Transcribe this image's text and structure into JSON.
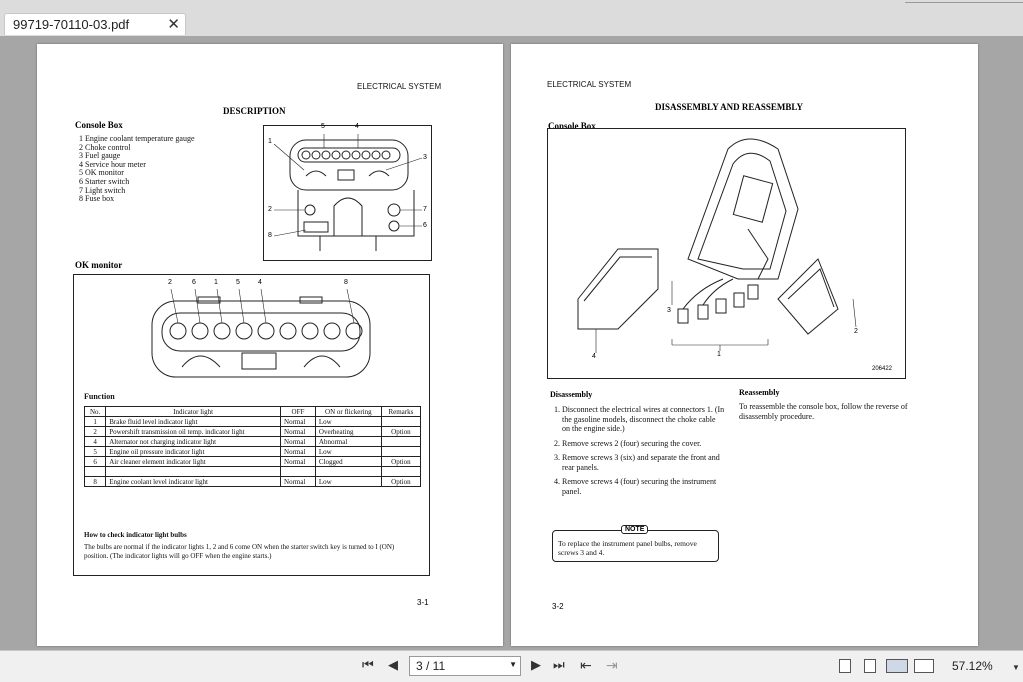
{
  "tab": {
    "title": "99719-70110-03.pdf",
    "close": "✕"
  },
  "page1": {
    "header": "ELECTRICAL SYSTEM",
    "title": "DESCRIPTION",
    "console_box": {
      "heading": "Console Box",
      "items": [
        "1  Engine coolant temperature gauge",
        "2  Choke control",
        "3  Fuel gauge",
        "4  Service hour meter",
        "5  OK monitor",
        "6  Starter switch",
        "7  Light switch",
        "8  Fuse box"
      ],
      "callouts": [
        "5",
        "4",
        "1",
        "3",
        "2",
        "7",
        "8",
        "6"
      ]
    },
    "ok_monitor": {
      "heading": "OK monitor",
      "callouts": [
        "2",
        "6",
        "1",
        "5",
        "4",
        "8"
      ],
      "function_label": "Function",
      "table": {
        "headers": [
          "No.",
          "Indicator light",
          "OFF",
          "ON or flickering",
          "Remarks"
        ],
        "rows": [
          [
            "1",
            "Brake fluid level indicator light",
            "Normal",
            "Low",
            ""
          ],
          [
            "2",
            "Powershift transmission oil temp. indicator light",
            "Normal",
            "Overheating",
            "Option"
          ],
          [
            "4",
            "Alternator not charging indicator light",
            "Normal",
            "Abnormal",
            ""
          ],
          [
            "5",
            "Engine oil pressure indicator light",
            "Normal",
            "Low",
            ""
          ],
          [
            "6",
            "Air cleaner element indicator light",
            "Normal",
            "Clogged",
            "Option"
          ],
          [
            "",
            "",
            "",
            "",
            ""
          ],
          [
            "8",
            "Engine coolant level indicator light",
            "Normal",
            "Low",
            "Option"
          ]
        ]
      },
      "how_to_heading": "How to check indicator light bulbs",
      "how_to_text": "The bulbs are normal if the indicator lights 1, 2    and 6 come ON when the starter switch key is turned to I (ON) position.  (The indicator lights will go OFF when the engine starts.)"
    },
    "page_number": "3-1"
  },
  "page2": {
    "header": "ELECTRICAL SYSTEM",
    "title": "DISASSEMBLY AND REASSEMBLY",
    "console_box_heading": "Console Box",
    "figure_code": "206422",
    "callouts": [
      "3",
      "4",
      "1",
      "2"
    ],
    "disassembly": {
      "heading": "Disassembly",
      "steps": [
        "Disconnect the electrical wires at connectors 1. (In the gasoline models, disconnect the choke cable on the engine side.)",
        "Remove screws 2 (four) securing the cover.",
        "Remove screws 3 (six) and separate the front and rear panels.",
        "Remove screws 4 (four) securing the instrument panel."
      ]
    },
    "reassembly": {
      "heading": "Reassembly",
      "text": "To reassemble the console box, follow the reverse of disassembly procedure."
    },
    "note": {
      "label": "NOTE",
      "text": "To replace the instrument panel bulbs, remove screws 3 and 4."
    },
    "page_number": "3-2"
  },
  "toolbar": {
    "page_display": "3 / 11",
    "zoom": "57.12%"
  }
}
